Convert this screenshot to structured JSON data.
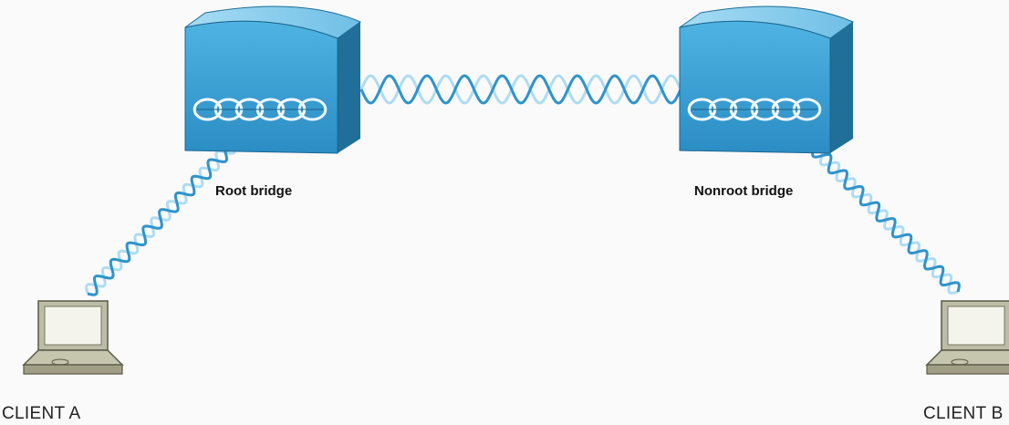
{
  "diagram": {
    "bridges": [
      {
        "label": "Root bridge"
      },
      {
        "label": "Nonroot bridge"
      }
    ],
    "clients": [
      {
        "label": "CLIENT A"
      },
      {
        "label": "CLIENT B"
      }
    ],
    "colors": {
      "bridge_front": "#3a9ed2",
      "bridge_top": "#7cc7ea",
      "bridge_side": "#1f6f99",
      "wave_dark": "#2f93cc",
      "wave_light": "#aedcf2",
      "laptop_body": "#b8b7a0",
      "laptop_screen": "#f4f4ec"
    },
    "icons": [
      "wireless-bridge-icon",
      "laptop-icon",
      "wireless-link-icon"
    ]
  }
}
